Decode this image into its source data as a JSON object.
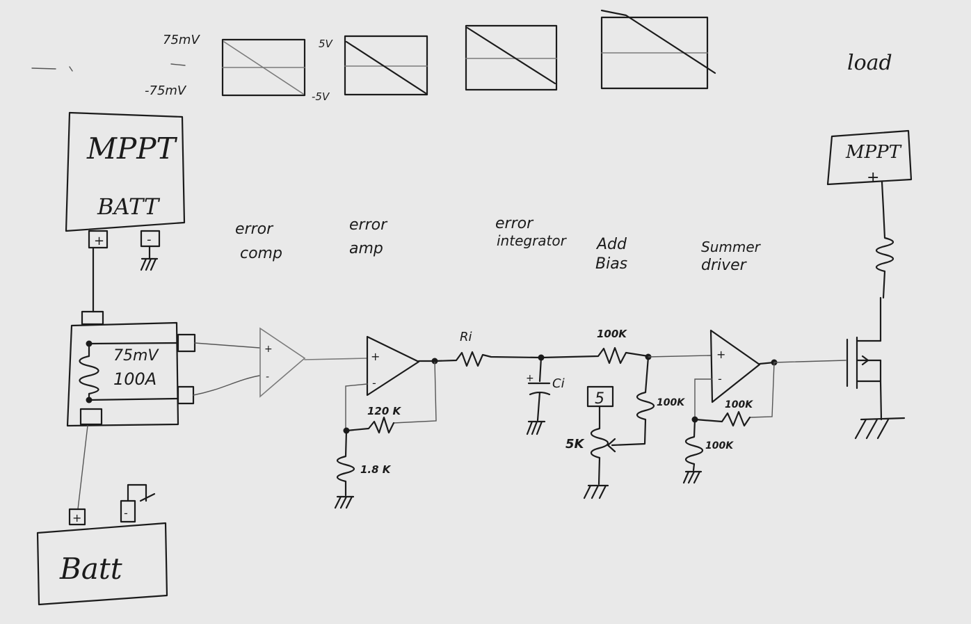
{
  "graphs": {
    "g1": {
      "top_label": "75mV",
      "bottom_label": "-75mV"
    },
    "g2": {
      "top_label": "5V",
      "bottom_label": "-5V"
    }
  },
  "labels": {
    "load": "load",
    "mppt_batt_top": "MPPT",
    "batt_in_box": "BATT",
    "mppt_right": "MPPT",
    "batt_bottom": "Batt",
    "shunt_spec_1": "75mV",
    "shunt_spec_2": "100A",
    "plus": "+",
    "minus": "-",
    "plus2": "+",
    "minus2": "-",
    "mppt_right_plus": "+",
    "stage_error_comp_1": "error",
    "stage_error_comp_2": "comp",
    "stage_error_amp_1": "error",
    "stage_error_amp_2": "amp",
    "stage_integrator_1": "error",
    "stage_integrator_2": "integrator",
    "stage_add_bias_1": "Add",
    "stage_add_bias_2": "Bias",
    "stage_summer_1": "Summer",
    "stage_summer_2": "driver"
  },
  "components": {
    "r_feedback_120k": "120 K",
    "r_ground_1_8k": "1.8 K",
    "r_integrator": "Ri",
    "c_integrator": "Ci",
    "r_bias_100k_top": "100K",
    "r_bias_100k_right": "100K",
    "pot_5k": "5K",
    "bias_source": "5",
    "r_sum_feedback": "100K",
    "r_sum_ground": "100K"
  }
}
